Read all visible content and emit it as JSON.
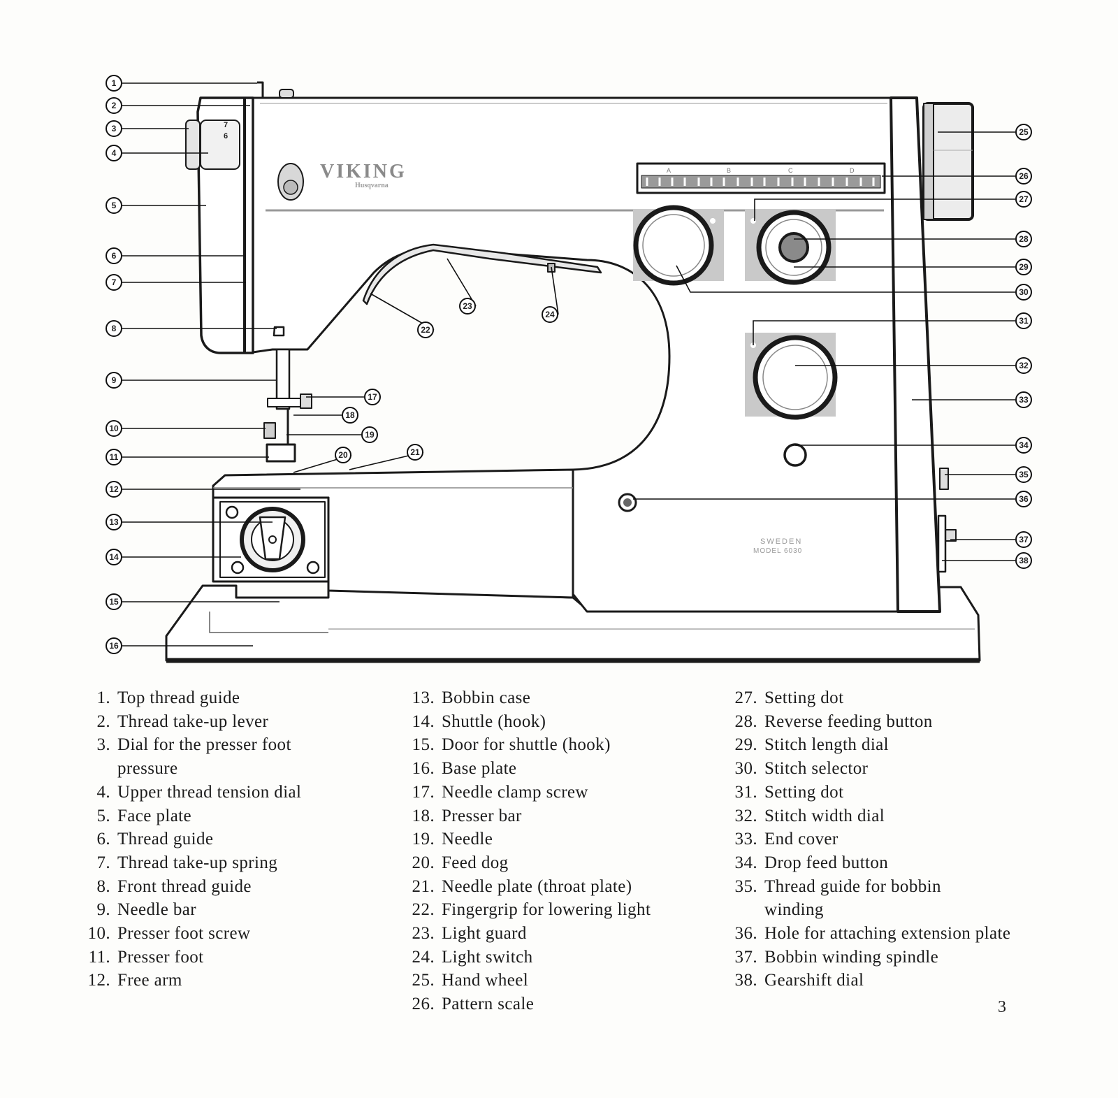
{
  "brand": {
    "name": "VIKING",
    "sub": "Husqvarna"
  },
  "machine_plate": {
    "line1": "SWEDEN",
    "line2": "MODEL 6030"
  },
  "pattern_scale_letters": [
    "A",
    "B",
    "C",
    "D"
  ],
  "stitch_dial_marks": [
    "7",
    "6"
  ],
  "callout_numbers": [
    "1",
    "2",
    "3",
    "4",
    "5",
    "6",
    "7",
    "8",
    "9",
    "10",
    "11",
    "12",
    "13",
    "14",
    "15",
    "16",
    "17",
    "18",
    "19",
    "20",
    "21",
    "22",
    "23",
    "24",
    "25",
    "26",
    "27",
    "28",
    "29",
    "30",
    "31",
    "32",
    "33",
    "34",
    "35",
    "36",
    "37",
    "38"
  ],
  "legend": {
    "columns": [
      [
        {
          "num": "1.",
          "label": "Top thread guide"
        },
        {
          "num": "2.",
          "label": "Thread take-up lever"
        },
        {
          "num": "3.",
          "label": "Dial for the presser foot\npressure"
        },
        {
          "num": "4.",
          "label": "Upper thread tension dial"
        },
        {
          "num": "5.",
          "label": "Face plate"
        },
        {
          "num": "6.",
          "label": "Thread guide"
        },
        {
          "num": "7.",
          "label": "Thread take-up spring"
        },
        {
          "num": "8.",
          "label": "Front thread guide"
        },
        {
          "num": "9.",
          "label": "Needle bar"
        },
        {
          "num": "10.",
          "label": "Presser foot screw"
        },
        {
          "num": "11.",
          "label": "Presser foot"
        },
        {
          "num": "12.",
          "label": "Free arm"
        }
      ],
      [
        {
          "num": "13.",
          "label": "Bobbin case"
        },
        {
          "num": "14.",
          "label": "Shuttle (hook)"
        },
        {
          "num": "15.",
          "label": "Door for shuttle (hook)"
        },
        {
          "num": "16.",
          "label": "Base plate"
        },
        {
          "num": "17.",
          "label": "Needle clamp screw"
        },
        {
          "num": "18.",
          "label": "Presser bar"
        },
        {
          "num": "19.",
          "label": "Needle"
        },
        {
          "num": "20.",
          "label": "Feed dog"
        },
        {
          "num": "21.",
          "label": "Needle plate (throat plate)"
        },
        {
          "num": "22.",
          "label": "Fingergrip for lowering light"
        },
        {
          "num": "23.",
          "label": "Light guard"
        },
        {
          "num": "24.",
          "label": "Light switch"
        },
        {
          "num": "25.",
          "label": "Hand wheel"
        },
        {
          "num": "26.",
          "label": "Pattern scale"
        }
      ],
      [
        {
          "num": "27.",
          "label": "Setting dot"
        },
        {
          "num": "28.",
          "label": "Reverse feeding button"
        },
        {
          "num": "29.",
          "label": "Stitch length dial"
        },
        {
          "num": "30.",
          "label": "Stitch selector"
        },
        {
          "num": "31.",
          "label": "Setting dot"
        },
        {
          "num": "32.",
          "label": "Stitch width dial"
        },
        {
          "num": "33.",
          "label": "End cover"
        },
        {
          "num": "34.",
          "label": "Drop feed button"
        },
        {
          "num": "35.",
          "label": "Thread guide for bobbin\nwinding"
        },
        {
          "num": "36.",
          "label": "Hole for attaching extension plate"
        },
        {
          "num": "37.",
          "label": "Bobbin winding spindle"
        },
        {
          "num": "38.",
          "label": "Gearshift dial"
        }
      ]
    ]
  },
  "page_number": "3"
}
